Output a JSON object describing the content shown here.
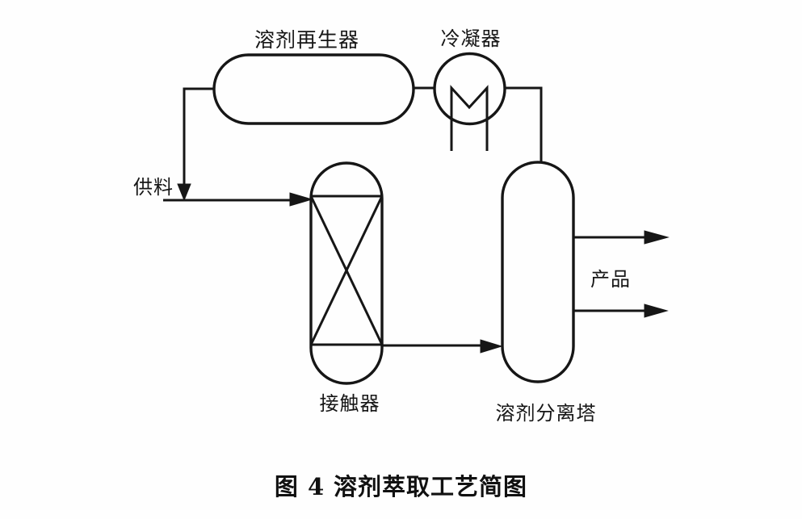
{
  "figure": {
    "caption_fig": "图 4",
    "caption_title": "溶剂萃取工艺简图",
    "equipment_labels": {
      "solvent_regenerator": "溶剂再生器",
      "condenser": "冷凝器",
      "contactor": "接触器",
      "solvent_separator": "溶剂分离塔"
    },
    "stream_labels": {
      "feed": "供料",
      "product": "产品"
    },
    "colors": {
      "ink": "#161616",
      "paper": "#fefefe"
    }
  }
}
